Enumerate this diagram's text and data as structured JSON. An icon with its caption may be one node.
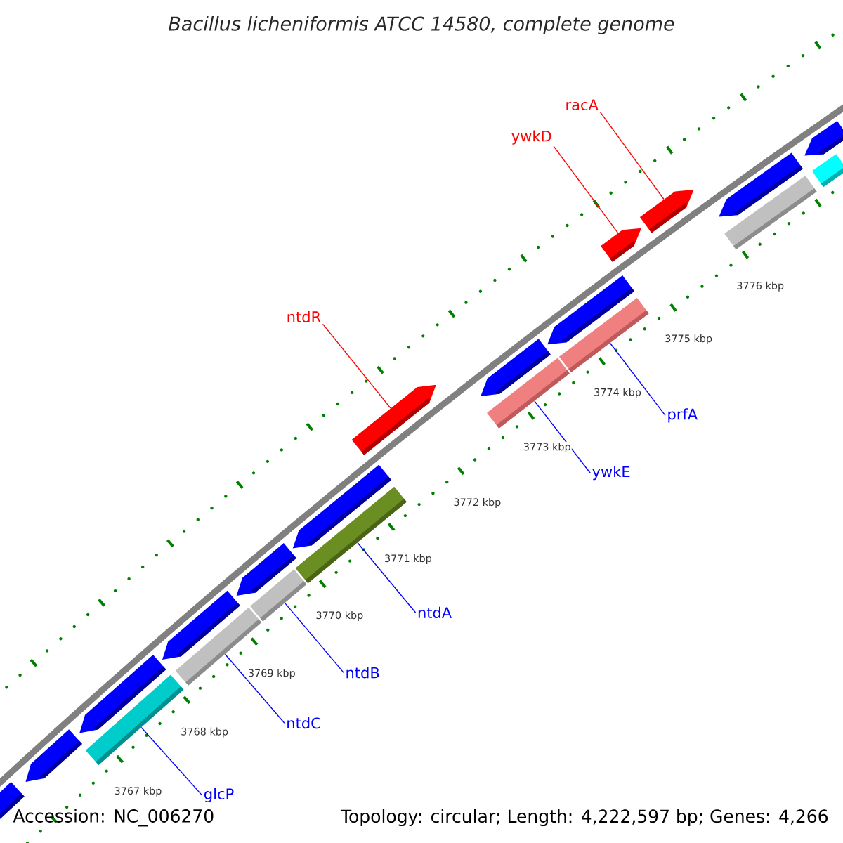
{
  "diagram": {
    "title": "Bacillus licheniformis ATCC 14580, complete genome",
    "nodes": [
      {
        "text": [
          "racA"
        ]
      },
      {
        "text": [
          "ywkD"
        ]
      },
      {
        "text": [
          "ntdR"
        ]
      },
      {
        "text": [
          "prfA"
        ]
      },
      {
        "text": [
          "ywkE"
        ]
      },
      {
        "text": [
          "ntdA"
        ]
      },
      {
        "text": [
          "ntdB"
        ]
      },
      {
        "text": [
          "ntdC"
        ]
      },
      {
        "text": [
          "glcP"
        ]
      },
      {
        "text": [],
        "shape": "arrow"
      },
      {
        "text": [],
        "shape": "arrow"
      },
      {
        "text": [],
        "shape": "bar"
      },
      {
        "text": [],
        "shape": "arrow"
      },
      {
        "text": [],
        "shape": "arrow"
      },
      {
        "text": [],
        "shape": "bar"
      },
      {
        "text": [],
        "shape": "arrow"
      },
      {
        "text": [],
        "shape": "bar"
      },
      {
        "text": [],
        "shape": "bar"
      },
      {
        "text": [],
        "shape": "arrow"
      },
      {
        "text": [],
        "shape": "arrow"
      },
      {
        "text": [],
        "shape": "bar"
      },
      {
        "text": [],
        "shape": "arrow"
      },
      {
        "text": [],
        "shape": "arrow"
      },
      {
        "text": [],
        "shape": "bar"
      },
      {
        "text": [],
        "shape": "arrow"
      },
      {
        "text": [],
        "shape": "arrow"
      },
      {
        "text": [],
        "shape": "bar"
      },
      {
        "text": [],
        "shape": "arrow"
      },
      {
        "text": [],
        "shape": "bar"
      },
      {
        "text": [],
        "shape": "arrow"
      }
    ],
    "edges": [
      {
        "from": 0,
        "to": 25,
        "arrow": "none",
        "color": "#ff0000"
      },
      {
        "from": 1,
        "to": 24,
        "arrow": "none",
        "color": "#ff0000"
      },
      {
        "from": 2,
        "to": 19,
        "arrow": "none",
        "color": "#ff0000"
      },
      {
        "from": 3,
        "to": 23,
        "arrow": "none"
      },
      {
        "from": 4,
        "to": 20,
        "arrow": "none"
      },
      {
        "from": 5,
        "to": 17,
        "arrow": "none"
      },
      {
        "from": 6,
        "to": 16,
        "arrow": "none"
      },
      {
        "from": 7,
        "to": 14,
        "arrow": "none"
      },
      {
        "from": 8,
        "to": 11,
        "arrow": "none"
      }
    ],
    "labels": [
      "3776 kbp",
      "3775 kbp",
      "3774 kbp",
      "3773 kbp",
      "3772 kbp",
      "3771 kbp",
      "3770 kbp",
      "3769 kbp",
      "3768 kbp",
      "3767 kbp",
      "Accession: NC_006270",
      "Topology: circular; Length: 4,222,597 bp; Genes: 4,266"
    ]
  }
}
